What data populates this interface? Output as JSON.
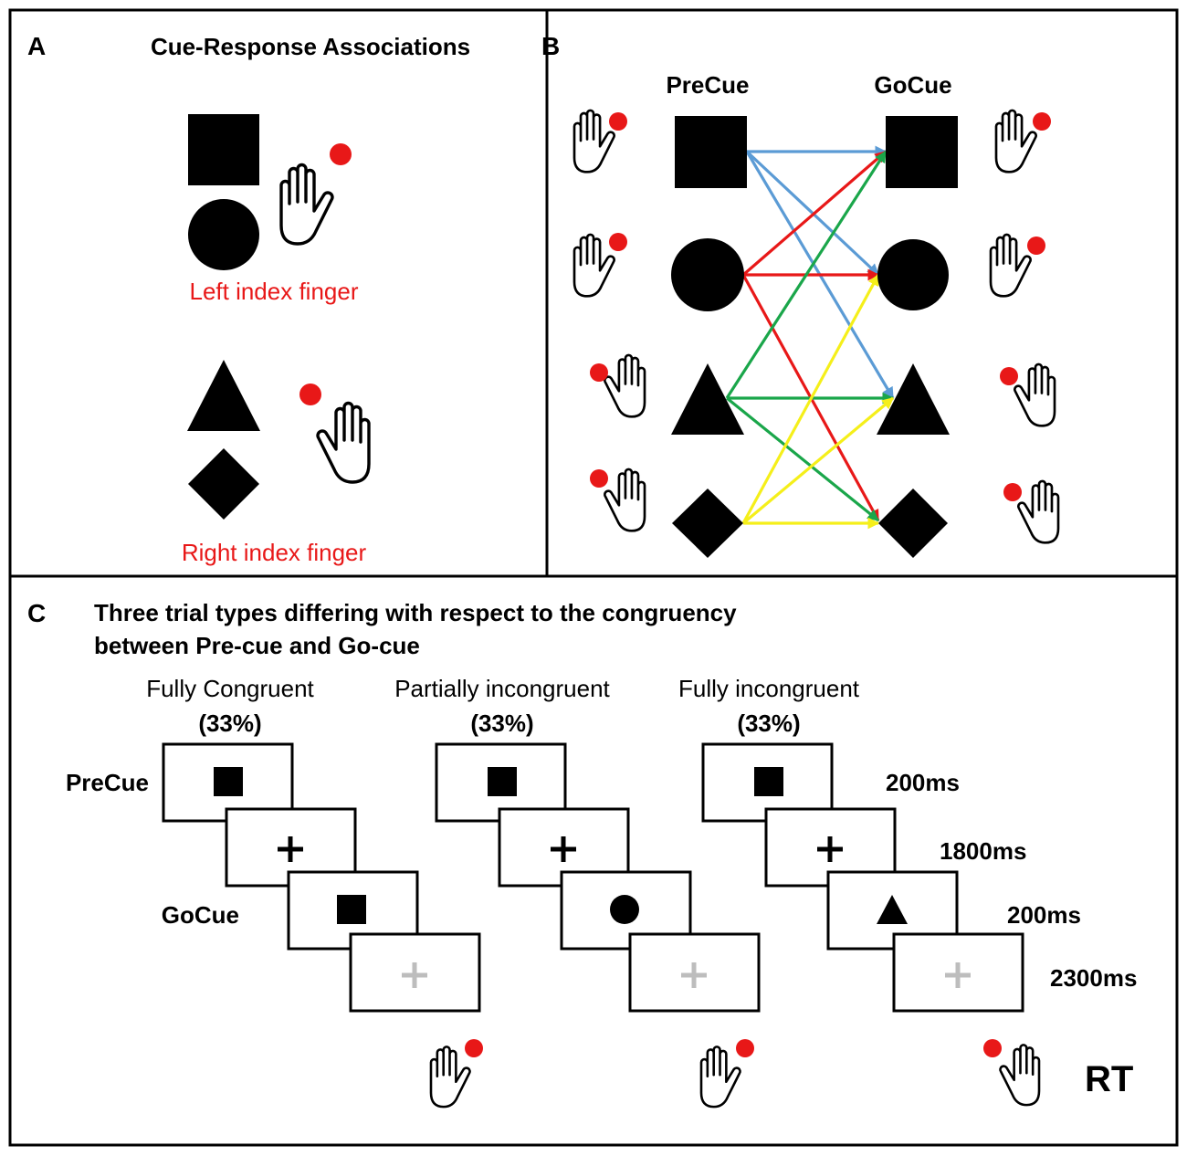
{
  "colors": {
    "red": "#e81818",
    "blue": "#5b9bd5",
    "green": "#1aa64a",
    "yellow": "#f5ef1a",
    "gray_cross": "#bdbdbd"
  },
  "panel_a": {
    "letter": "A",
    "title": "Cue-Response Associations",
    "left_label": "Left index finger",
    "right_label": "Right index finger"
  },
  "panel_b": {
    "letter": "B",
    "precue_header": "PreCue",
    "gocue_header": "GoCue",
    "shapes": [
      "square",
      "circle",
      "triangle",
      "diamond"
    ],
    "hands": [
      "left",
      "left",
      "right",
      "right"
    ],
    "arrows": [
      {
        "from": "square",
        "to": "square",
        "color": "blue"
      },
      {
        "from": "square",
        "to": "circle",
        "color": "blue"
      },
      {
        "from": "square",
        "to": "triangle",
        "color": "blue"
      },
      {
        "from": "circle",
        "to": "square",
        "color": "red"
      },
      {
        "from": "circle",
        "to": "circle",
        "color": "red"
      },
      {
        "from": "circle",
        "to": "diamond",
        "color": "red"
      },
      {
        "from": "triangle",
        "to": "square",
        "color": "green"
      },
      {
        "from": "triangle",
        "to": "triangle",
        "color": "green"
      },
      {
        "from": "triangle",
        "to": "diamond",
        "color": "green"
      },
      {
        "from": "diamond",
        "to": "circle",
        "color": "yellow"
      },
      {
        "from": "diamond",
        "to": "triangle",
        "color": "yellow"
      },
      {
        "from": "diamond",
        "to": "diamond",
        "color": "yellow"
      }
    ]
  },
  "panel_c": {
    "letter": "C",
    "title_line1": "Three trial types differing with respect to the congruency",
    "title_line2": "between Pre-cue and Go-cue",
    "precue_label": "PreCue",
    "gocue_label": "GoCue",
    "rt_label": "RT",
    "timings": [
      "200ms",
      "1800ms",
      "200ms",
      "2300ms"
    ],
    "trials": [
      {
        "name": "Fully Congruent",
        "pct": "(33%)",
        "precue": "square",
        "gocue": "square",
        "hand": "left"
      },
      {
        "name": "Partially incongruent",
        "pct": "(33%)",
        "precue": "square",
        "gocue": "circle",
        "hand": "left"
      },
      {
        "name": "Fully incongruent",
        "pct": "(33%)",
        "precue": "square",
        "gocue": "triangle",
        "hand": "right"
      }
    ]
  }
}
